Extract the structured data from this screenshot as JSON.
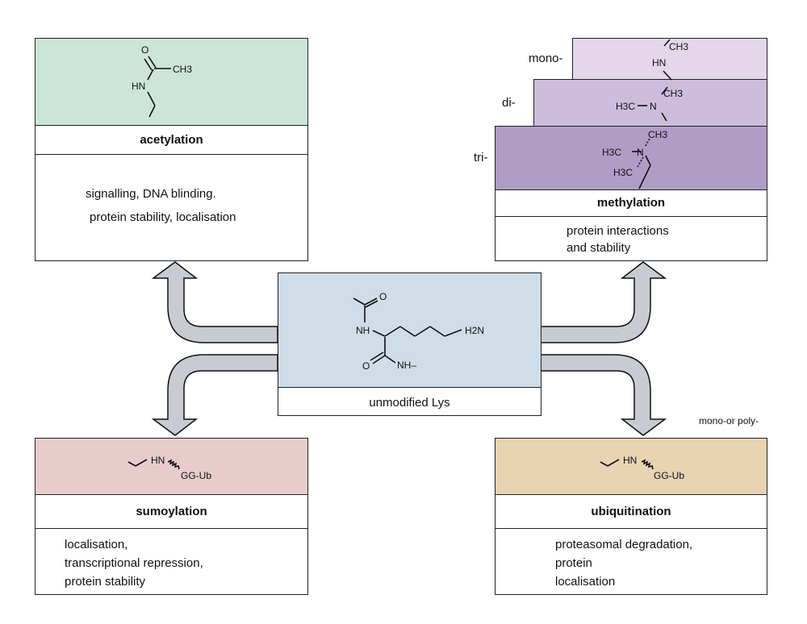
{
  "colors": {
    "acetylation": "#cde5d8",
    "center": "#cfdde8",
    "sumoylation": "#e8cccc",
    "ubiquitination": "#e8d3b3",
    "mono": "#e4d7e9",
    "di": "#cbbddb",
    "tri": "#b09dc6",
    "arrow": "#c8cbd1"
  },
  "acetylation": {
    "title": "acetylation",
    "lines": [
      "signalling,  DNA blinding.",
      "protein  stability,  localisation"
    ],
    "chem": {
      "o": "O",
      "ch3": "CH3",
      "hn": "HN"
    }
  },
  "methylation": {
    "title": "methylation",
    "levels": {
      "mono": "mono-",
      "di": "di-",
      "tri": "tri-"
    },
    "lines": [
      "protein   interactions",
      "and stability"
    ],
    "chem": {
      "ch3": "CH3",
      "h3c": "H3C",
      "hn": "HN",
      "n": "N"
    }
  },
  "center": {
    "title": "unmodified Lys",
    "chem": {
      "o": "O",
      "nh": "NH",
      "h2n": "H2N",
      "nh_end": "NH–"
    }
  },
  "sumoylation": {
    "title": "sumoylation",
    "lines": [
      "localisation,",
      "transcriptional repression,",
      "protein stability"
    ],
    "chem": {
      "hn": "HN",
      "gg": "GG-Ub"
    }
  },
  "ubiquitination": {
    "title": "ubiquitination",
    "note": "mono-or poly-",
    "lines": [
      "proteasomal degradation,",
      "protein",
      "localisation"
    ],
    "chem": {
      "hn": "HN",
      "gg": "GG-Ub"
    }
  }
}
